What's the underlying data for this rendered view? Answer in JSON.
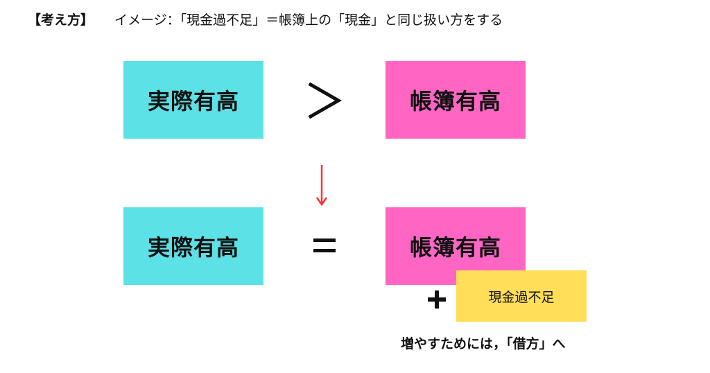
{
  "header": {
    "label": "【考え方】",
    "text": "イメージ：「現金過不足」＝帳簿上の「現金」と同じ扱い方をする"
  },
  "row1": {
    "left_box": "実際有高",
    "right_box": "帳簿有高",
    "relation": "greater-than"
  },
  "transition_arrow": "down-arrow",
  "row2": {
    "left_box": "実際有高",
    "right_box": "帳簿有高",
    "relation": "equals",
    "operator": "plus",
    "added_box": "現金過不足"
  },
  "note": "増やすためには，「借方」へ",
  "colors": {
    "actual_box": "#5ce1e6",
    "book_box": "#ff66c4",
    "shortage_box": "#ffde59",
    "arrow": "#ff3131",
    "text": "#111111"
  }
}
